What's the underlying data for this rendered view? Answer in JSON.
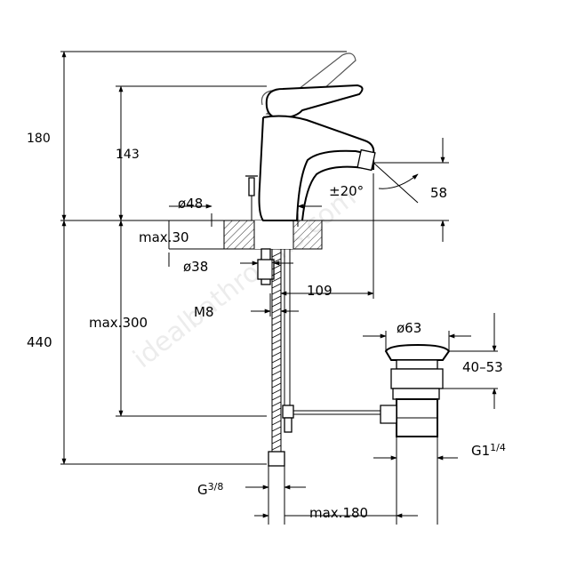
{
  "dimensions": {
    "height_total": "180",
    "height_spout": "143",
    "deck_diameter": "ø48",
    "max_deck": "max.30",
    "shank_diameter": "ø38",
    "spout_reach": "109",
    "thread": "M8",
    "max_hose": "max.300",
    "hose_total": "440",
    "angle": "±20°",
    "spout_height": "58",
    "waste_diameter": "ø63",
    "waste_range": "40–53",
    "waste_thread_main": "G1",
    "waste_thread_fraction": "1/4",
    "inlet_thread_main": "G",
    "inlet_thread_fraction": "3/8",
    "max_rod": "max.180"
  },
  "watermark": "idealbathrooms.com"
}
